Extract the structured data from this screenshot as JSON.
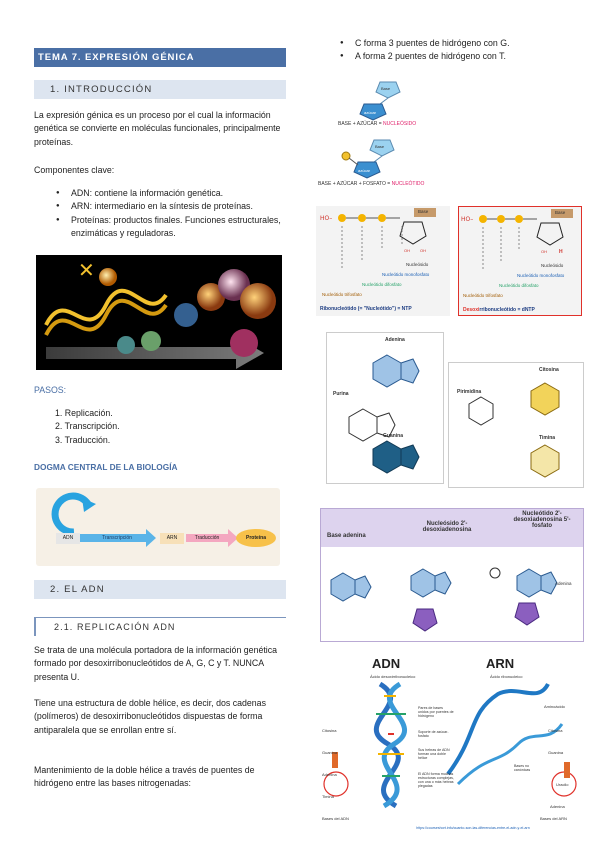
{
  "left": {
    "banner": "TEMA 7. EXPRESIÓN GÉNICA",
    "section1": "1.   INTRODUCCIÓN",
    "intro": "La expresión génica es un proceso por el cual la información genética se convierte en moléculas funcionales, principalmente proteínas.",
    "components_title": "Componentes clave:",
    "components": [
      "ADN: contiene la información genética.",
      "ARN: intermediario en la síntesis de proteínas.",
      "Proteínas: productos finales. Funciones estructurales, enzimáticas y reguladoras."
    ],
    "steps_title": "PASOS:",
    "steps": [
      "1.   Replicación.",
      "2.   Transcripción.",
      "3.   Traducción."
    ],
    "dogma_title": "DOGMA CENTRAL DE LA BIOLOGÍA",
    "dogma": {
      "adn": "ADN",
      "transcripcion": "Transcripción",
      "arn": "ARN",
      "traduccion": "Traducción",
      "proteina": "Proteína"
    },
    "section2": "2.   EL ADN",
    "subsection": "2.1.      REPLICACIÓN ADN",
    "p1": "Se trata de una molécula portadora de la información genética formado por desoxirribonucleótidos de A, G, C y T. NUNCA presenta U.",
    "p2": "Tiene una estructura de doble hélice, es decir, dos cadenas (polímeros) de desoxirribonucleótidos dispuestas de forma antiparalela que se enrollan entre sí.",
    "p3": "Mantenimiento de la doble hélice a través de puentes de hidrógeno entre las bases nitrogenadas:"
  },
  "right": {
    "bullets": [
      "C forma 3 puentes de hidrógeno con G.",
      "A forma 2 puentes de hidrógeno con T."
    ],
    "fig1": {
      "base": "Base",
      "azucar": "azúcar",
      "caption_a": "BASE + AZÚCAR = ",
      "caption_a_hl": "NUCLEÓSIDO"
    },
    "fig2": {
      "base": "Base",
      "azucar": "azúcar",
      "caption_a": "BASE + AZÚCAR + FOSFATO = ",
      "caption_a_hl": "NUCLEÓTIDO"
    },
    "ntp": {
      "base": "Base",
      "nucleosido": "Nucleósido",
      "mono": "Nucleótido monofosfato",
      "di": "Nucleótido difosfato",
      "tri": "Nucleótido trifosfato",
      "caption_rna": "Ribonucleótido (= \"Nucleótido\") = NTP",
      "caption_dna_hl": "Desoxi",
      "caption_dna": "rribonucleótido = dNTP",
      "oh": "OH",
      "h": "H"
    },
    "bases": {
      "adenina": "Adenina",
      "purina": "Purina",
      "guanina": "Guanina",
      "citosina": "Citosina",
      "pirimidina": "Pirimidina",
      "timina": "Timina"
    },
    "table": {
      "headers": [
        "Base adenina",
        "Nucleósido 2'-desoxiadenosina",
        "Nucleótido 2'-desoxiadenosina 5'-fosfato"
      ],
      "adenina": "Adenina"
    },
    "adnarn": {
      "adn": "ADN",
      "adn_sub": "Ácido desoxirribonucleico",
      "arn": "ARN",
      "arn_sub": "Ácido ribonucleico",
      "labels_left": [
        "Citosina",
        "Guanina",
        "Adenina",
        "Timina",
        "Bases del ADN"
      ],
      "labels_mid": [
        "Pares de bases unidos por puentes de hidrógeno",
        "Soporte de azúcar-fosfato",
        "Sus hebras de ADN forman una doble hélice",
        "El ADN forma muchas estructuras complejas, con una o más hebras plegadas"
      ],
      "labels_right": [
        "Aminoácido",
        "Citosina",
        "Guanina",
        "Bases no canónicas",
        "Uracilo",
        "Adenina",
        "Bases del ARN"
      ],
      "url": "https://courseshort.info/cuanto-son-las-diferencias-entre-el-adn-y-el-arn"
    }
  }
}
